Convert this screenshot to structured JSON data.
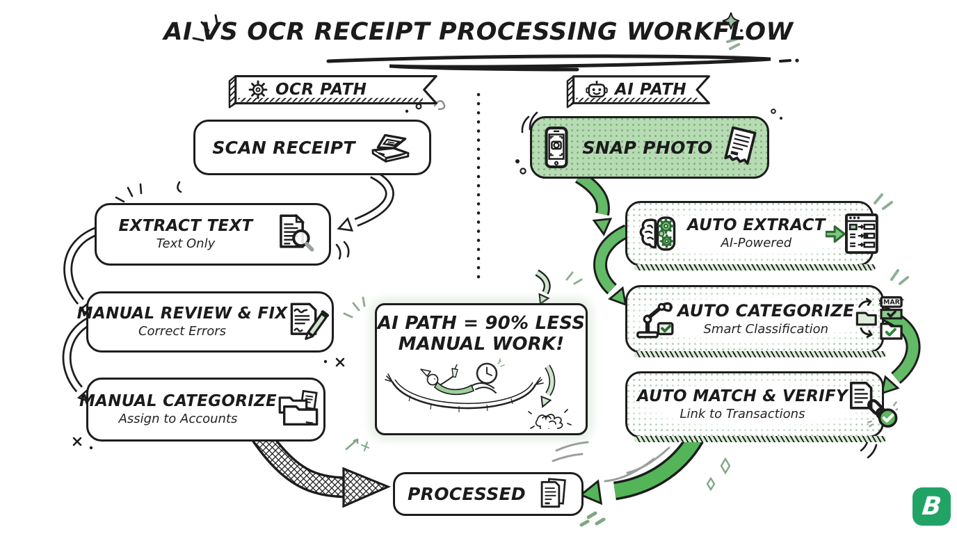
{
  "title": "AI VS OCR RECEIPT PROCESSING WORKFLOW",
  "ocr": {
    "banner": "OCR PATH",
    "steps": {
      "scan": {
        "title": "SCAN RECEIPT"
      },
      "extract": {
        "title": "EXTRACT TEXT",
        "subtitle": "Text Only"
      },
      "review": {
        "title": "MANUAL REVIEW & FIX",
        "subtitle": "Correct Errors"
      },
      "categorize": {
        "title": "MANUAL CATEGORIZE",
        "subtitle": "Assign to Accounts"
      }
    }
  },
  "ai": {
    "banner": "AI PATH",
    "steps": {
      "snap": {
        "title": "SNAP PHOTO"
      },
      "extract": {
        "title": "AUTO EXTRACT",
        "subtitle": "AI-Powered"
      },
      "categorize": {
        "title": "AUTO CATEGORIZE",
        "subtitle": "Smart Classification"
      },
      "match": {
        "title": "AUTO MATCH & VERIFY",
        "subtitle": "Link to Transactions"
      }
    }
  },
  "callout": {
    "line1": "AI PATH = 90% LESS",
    "line2": "MANUAL WORK!"
  },
  "processed": {
    "title": "PROCESSED"
  },
  "icons": {
    "smart_label": "SMART"
  },
  "logo": {
    "letter": "B"
  },
  "colors": {
    "ink": "#1d1d1d",
    "snap_green": "#b7dbb3",
    "arrow_green": "#63ba67",
    "pale_green": "#cde7cb",
    "sage": "#8fae94",
    "logo_green": "#22a366"
  }
}
